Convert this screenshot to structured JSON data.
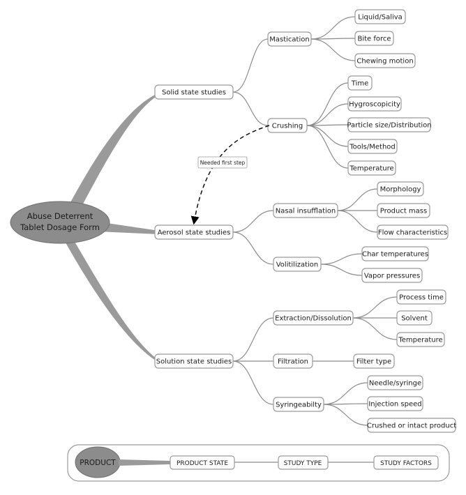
{
  "root": {
    "line1": "Abuse Deterrent",
    "line2": "Tablet Dosage Form"
  },
  "states": [
    {
      "label": "Solid state studies",
      "types": [
        {
          "label": "Mastication",
          "factors": [
            "Liquid/Saliva",
            "Bite force",
            "Chewing motion"
          ]
        },
        {
          "label": "Crushing",
          "factors": [
            "Time",
            "Hygroscopicity",
            "Particle size/Distribution",
            "Tools/Method",
            "Temperature"
          ]
        }
      ]
    },
    {
      "label": "Aerosol state studies",
      "types": [
        {
          "label": "Nasal insufflation",
          "factors": [
            "Morphology",
            "Product mass",
            "Flow characteristics"
          ]
        },
        {
          "label": "Volitilization",
          "factors": [
            "Char temperatures",
            "Vapor pressures"
          ]
        }
      ]
    },
    {
      "label": "Solution state studies",
      "types": [
        {
          "label": "Extraction/Dissolution",
          "factors": [
            "Process time",
            "Solvent",
            "Temperature"
          ]
        },
        {
          "label": "Filtration",
          "factors": [
            "Filter type"
          ]
        },
        {
          "label": "Syringeabilty",
          "factors": [
            "Needle/syringe",
            "Injection speed",
            "Crushed or intact product"
          ]
        }
      ]
    }
  ],
  "annotation": {
    "label": "Needed first step"
  },
  "legend": {
    "product": "PRODUCT",
    "state": "PRODUCT STATE",
    "type": "STUDY TYPE",
    "factors": "STUDY FACTORS"
  },
  "colors": {
    "root_fill": "#8c8c8c",
    "branch": "#9a9a9a",
    "edge": "#8a8a8a",
    "node_border": "#9a9a9a"
  }
}
